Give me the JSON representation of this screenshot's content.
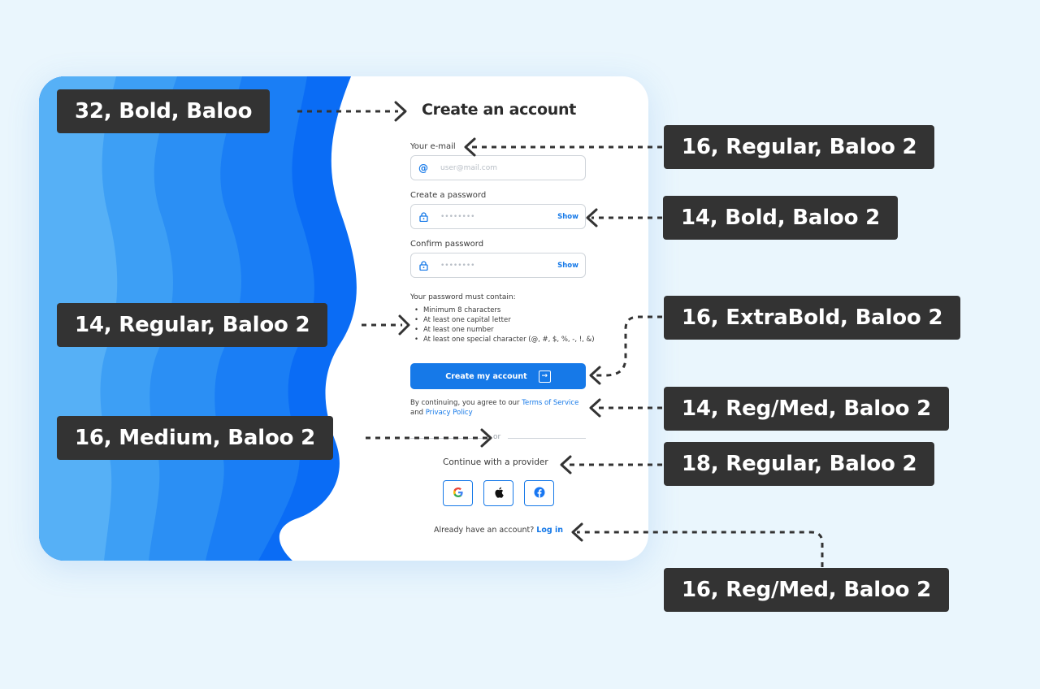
{
  "form": {
    "title": "Create an account",
    "email_label": "Your e-mail",
    "email_placeholder": "user@mail.com",
    "password_label": "Create a password",
    "password_placeholder": "••••••••",
    "confirm_label": "Confirm password",
    "confirm_placeholder": "••••••••",
    "show_label": "Show",
    "requirements_title": "Your password must contain:",
    "requirements": [
      "Minimum 8 characters",
      "At least one capital letter",
      "At least one number",
      "At least one special character (@, #, $, %, -, !, &)"
    ],
    "submit_label": "Create my account",
    "terms_prefix": "By continuing, you agree to our",
    "terms_link": "Terms of Service",
    "terms_and": "and",
    "privacy_link": "Privacy Policy",
    "or_text": "or",
    "provider_text": "Continue with a provider",
    "have_account_text": "Already have an account?",
    "login_link": "Log in"
  },
  "annotations": {
    "title_spec": "32, Bold, Baloo",
    "label_spec": "16, Regular, Baloo 2",
    "show_spec": "14, Bold, Baloo 2",
    "requirements_spec": "14, Regular, Baloo 2",
    "button_spec": "16, ExtraBold, Baloo 2",
    "terms_spec": "14, Reg/Med, Baloo 2",
    "or_spec": "16, Medium, Baloo 2",
    "provider_spec": "18, Regular, Baloo 2",
    "login_spec": "16, Reg/Med, Baloo 2"
  },
  "icons": {
    "email": "at-icon",
    "password": "lock-icon",
    "submit": "arrow-right-box-icon",
    "google": "google-icon",
    "apple": "apple-icon",
    "facebook": "facebook-icon"
  },
  "colors": {
    "accent": "#1679e8",
    "annotation_bg": "#333333",
    "wave_light": "#5bb0f5",
    "wave_dark": "#0a6cf5"
  }
}
